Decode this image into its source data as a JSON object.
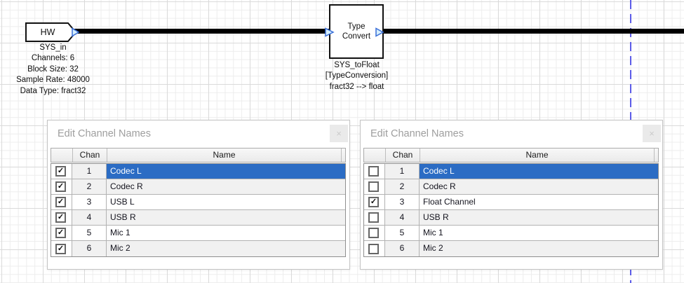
{
  "canvas": {
    "hw_block": {
      "label": "HW",
      "name": "SYS_in",
      "properties": [
        "Channels: 6",
        "Block Size: 32",
        "Sample Rate: 48000",
        "Data Type: fract32"
      ]
    },
    "type_convert_block": {
      "label_line1": "Type",
      "label_line2": "Convert",
      "name": "SYS_toFloat",
      "module_class": "[TypeConversion]",
      "conversion": "fract32 --> float"
    }
  },
  "dialogs": [
    {
      "title": "Edit Channel Names",
      "close_label": "×",
      "columns": {
        "chan": "Chan",
        "name": "Name"
      },
      "rows": [
        {
          "chan": "1",
          "name": "Codec L",
          "checked": true,
          "check": "✓",
          "selected": true
        },
        {
          "chan": "2",
          "name": "Codec R",
          "checked": true,
          "check": "✓",
          "selected": false
        },
        {
          "chan": "3",
          "name": "USB L",
          "checked": true,
          "check": "✓",
          "selected": false
        },
        {
          "chan": "4",
          "name": "USB R",
          "checked": true,
          "check": "✓",
          "selected": false
        },
        {
          "chan": "5",
          "name": "Mic 1",
          "checked": true,
          "check": "✓",
          "selected": false
        },
        {
          "chan": "6",
          "name": "Mic 2",
          "checked": true,
          "check": "✓",
          "selected": false
        }
      ]
    },
    {
      "title": "Edit Channel Names",
      "close_label": "×",
      "columns": {
        "chan": "Chan",
        "name": "Name"
      },
      "rows": [
        {
          "chan": "1",
          "name": "Codec L",
          "checked": false,
          "check": "",
          "selected": true
        },
        {
          "chan": "2",
          "name": "Codec R",
          "checked": false,
          "check": "",
          "selected": false
        },
        {
          "chan": "3",
          "name": "Float Channel",
          "checked": true,
          "check": "✓",
          "selected": false
        },
        {
          "chan": "4",
          "name": "USB R",
          "checked": false,
          "check": "",
          "selected": false
        },
        {
          "chan": "5",
          "name": "Mic 1",
          "checked": false,
          "check": "",
          "selected": false
        },
        {
          "chan": "6",
          "name": "Mic 2",
          "checked": false,
          "check": "",
          "selected": false
        }
      ]
    }
  ],
  "colors": {
    "selection_blue": "#2b6cc4",
    "wire_black": "#000000",
    "pin_fill": "#d6effc",
    "pin_stroke": "#3a6fd8",
    "guide_line_blue": "#5c5ce8",
    "alt_row_gray": "#f1f1f1"
  }
}
